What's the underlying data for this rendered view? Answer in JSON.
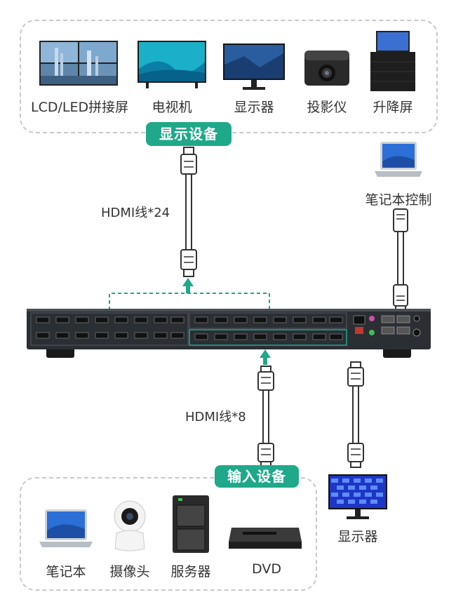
{
  "display_group": {
    "title": "显示设备",
    "devices": [
      {
        "label": "LCD/LED拼接屏",
        "icon": "video-wall-icon"
      },
      {
        "label": "电视机",
        "icon": "tv-icon"
      },
      {
        "label": "显示器",
        "icon": "monitor-icon"
      },
      {
        "label": "投影仪",
        "icon": "projector-icon"
      },
      {
        "label": "升降屏",
        "icon": "lift-screen-icon"
      }
    ]
  },
  "output_cable": {
    "label": "HDMI线*24"
  },
  "control": {
    "label": "笔记本控制",
    "icon": "laptop-icon"
  },
  "input_cable": {
    "label": "HDMI线*8"
  },
  "side_monitor": {
    "label": "显示器",
    "icon": "monitor-icon"
  },
  "input_group": {
    "title": "输入设备",
    "devices": [
      {
        "label": "笔记本",
        "icon": "laptop-icon"
      },
      {
        "label": "摄像头",
        "icon": "camera-icon"
      },
      {
        "label": "服务器",
        "icon": "server-icon"
      },
      {
        "label": "DVD",
        "icon": "dvd-player-icon"
      }
    ]
  },
  "colors": {
    "accent": "#1fa88a",
    "device_body": "#2b2e33"
  }
}
